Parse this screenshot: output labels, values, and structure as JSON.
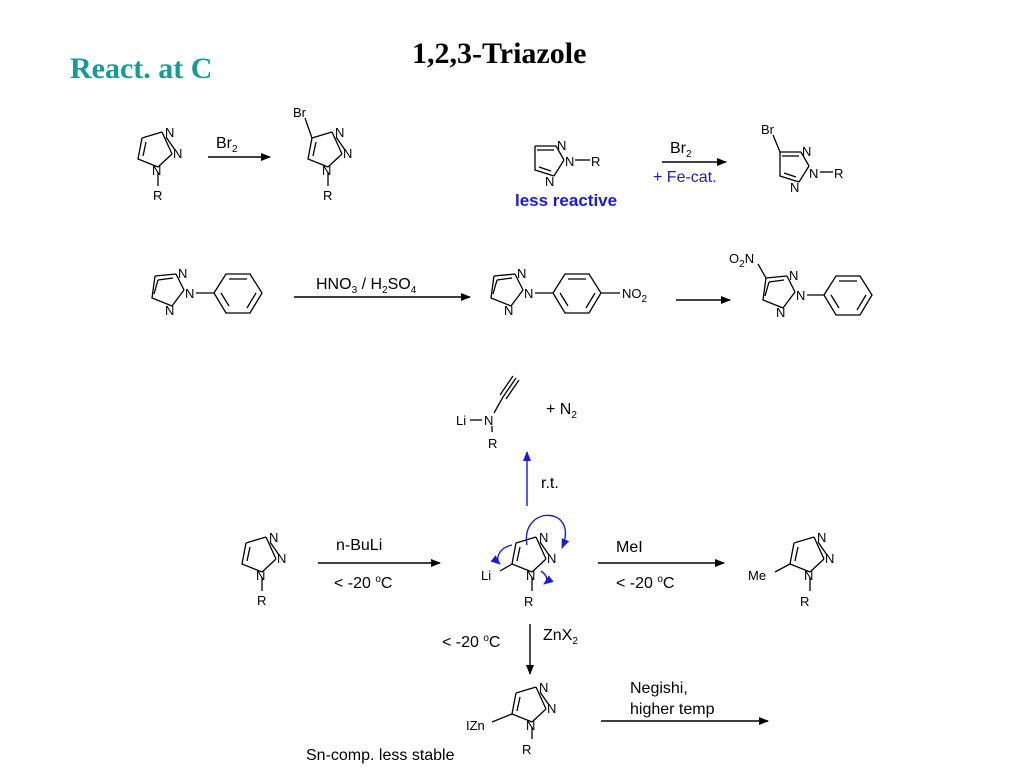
{
  "slide": {
    "title": "1,2,3-Triazole",
    "heading": "React. at C"
  },
  "atoms": {
    "N": "N",
    "R": "R",
    "Br": "Br",
    "Li": "Li",
    "Me": "Me",
    "IZn": "IZn",
    "O": "O",
    "O2N_O": "O",
    "two": "2",
    "NO": "NO"
  },
  "row1": {
    "left_reagent": "Br",
    "left_reagent_sub": "2",
    "right_reagent": "Br",
    "right_reagent_sub": "2",
    "right_catalyst": "+ Fe-cat.",
    "less_reactive": "less reactive"
  },
  "row2": {
    "reagent_parts": [
      "HNO",
      "3",
      " / H",
      "2",
      "SO",
      "4"
    ]
  },
  "row3": {
    "nbuli": "n-BuLi",
    "temp_left": "< -20 ",
    "temp_mid": "< -20 ",
    "temp_right": "< -20 ",
    "deg": "o",
    "celsius": "C",
    "mei": "MeI",
    "rt": "r.t.",
    "plus_n2": "+  N",
    "n2_sub": "2",
    "znx": "ZnX",
    "znx_sub": "2",
    "negishi_line1": "Negishi,",
    "negishi_line2": "higher temp",
    "sn_note": "Sn-comp. less stable"
  },
  "colors": {
    "heading": "#1a9a94",
    "highlight_blue": "#1a1ad6"
  }
}
